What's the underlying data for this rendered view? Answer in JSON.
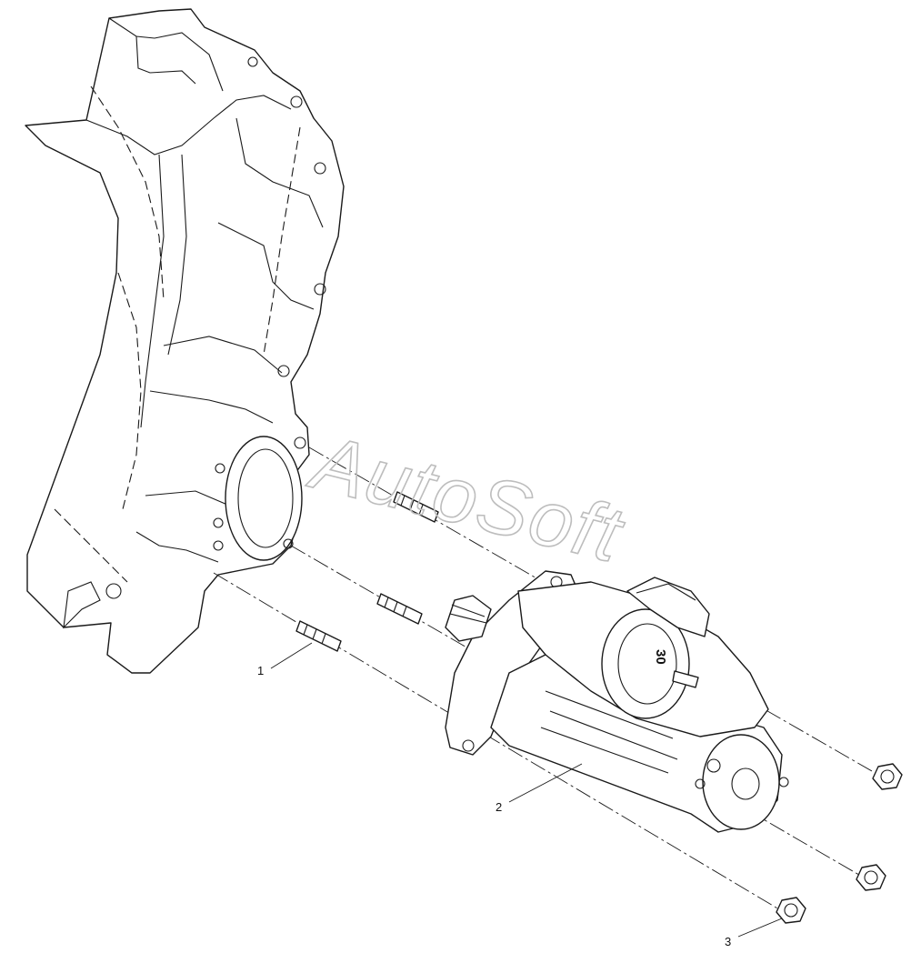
{
  "watermark": {
    "text": "AutoSoft",
    "color": "#bdbdbd"
  },
  "callouts": [
    {
      "id": "1",
      "label": "1"
    },
    {
      "id": "2",
      "label": "2"
    },
    {
      "id": "3",
      "label": "3"
    }
  ],
  "starter_marking": "30",
  "colors": {
    "line": "#1a1a1a",
    "background": "#ffffff"
  }
}
